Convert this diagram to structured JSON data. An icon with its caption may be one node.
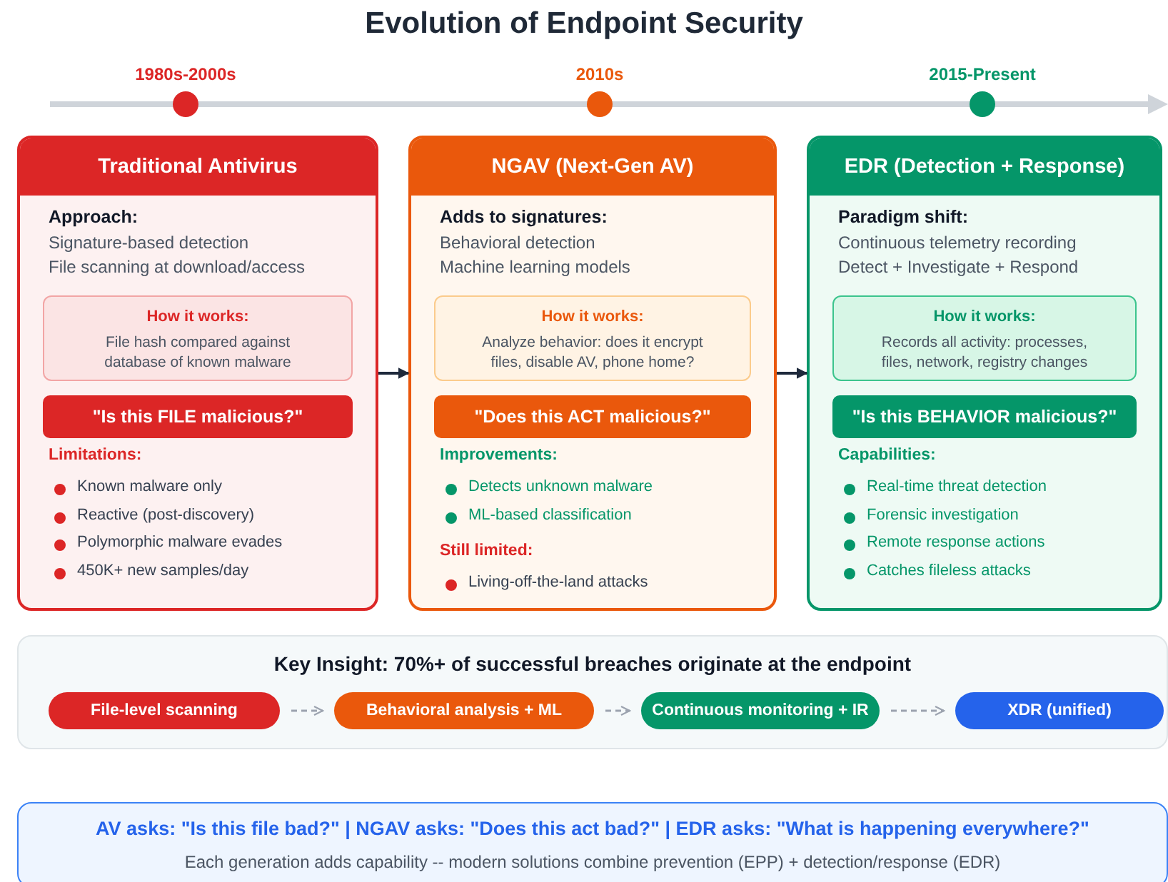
{
  "diagram": {
    "title": "Evolution of Endpoint Security",
    "nodes": [
      {
        "text": [
          "Traditional Antivirus",
          "Approach:",
          "Signature-based detection",
          "File scanning at download/access",
          "Limitations:",
          "Known malware only",
          "Reactive (post-discovery)",
          "Polymorphic malware evades",
          "450K+ new samples/day"
        ]
      },
      {
        "text": [
          "How it works:",
          "File hash compared against database of known malware"
        ],
        "in": 0
      },
      {
        "text": [
          "\"Is this FILE malicious?\""
        ],
        "in": 0
      },
      {
        "text": [
          "NGAV (Next-Gen AV)",
          "Adds to signatures:",
          "Behavioral detection",
          "Machine learning models",
          "Improvements:",
          "Detects unknown malware",
          "ML-based classification",
          "Still limited:",
          "Living-off-the-land attacks"
        ]
      },
      {
        "text": [
          "How it works:",
          "Analyze behavior: does it encrypt files, disable AV, phone home?"
        ],
        "in": 3
      },
      {
        "text": [
          "\"Does this ACT malicious?\""
        ],
        "in": 3
      },
      {
        "text": [
          "EDR (Detection + Response)",
          "Paradigm shift:",
          "Continuous telemetry recording",
          "Detect + Investigate + Respond",
          "Capabilities:",
          "Real-time threat detection",
          "Forensic investigation",
          "Remote response actions",
          "Catches fileless attacks"
        ]
      },
      {
        "text": [
          "How it works:",
          "Records all activity: processes, files, network, registry changes"
        ],
        "in": 6
      },
      {
        "text": [
          "\"Is this BEHAVIOR malicious?\""
        ],
        "in": 6
      },
      {
        "text": [
          "Key Insight: 70%+ of successful breaches originate at the endpoint"
        ]
      },
      {
        "text": [
          "File-level scanning"
        ],
        "in": 9
      },
      {
        "text": [
          "Behavioral analysis + ML"
        ],
        "in": 9
      },
      {
        "text": [
          "Continuous monitoring + IR"
        ],
        "in": 9
      },
      {
        "text": [
          "XDR (unified)"
        ],
        "in": 9
      },
      {
        "text": [
          "AV asks: \"Is this file bad?\" | NGAV asks: \"Does this act bad?\" | EDR asks: \"What is happening everywhere?\"",
          "Each generation adds capability -- modern solutions combine prevention (EPP) + detection/response (EDR)"
        ]
      }
    ],
    "edges": [
      {
        "from": 0,
        "to": 3,
        "arrow": "to",
        "color": "#1e293b"
      },
      {
        "from": 3,
        "to": 6,
        "arrow": "to",
        "color": "#1e293b"
      },
      {
        "from": 10,
        "to": 11,
        "arrow": "to",
        "style": "dashed"
      },
      {
        "from": 11,
        "to": 12,
        "arrow": "to",
        "style": "dashed"
      },
      {
        "from": 12,
        "to": 13,
        "arrow": "to",
        "style": "dashed"
      }
    ],
    "labels": [
      "1980s-2000s",
      "2010s",
      "2015-Present"
    ]
  }
}
